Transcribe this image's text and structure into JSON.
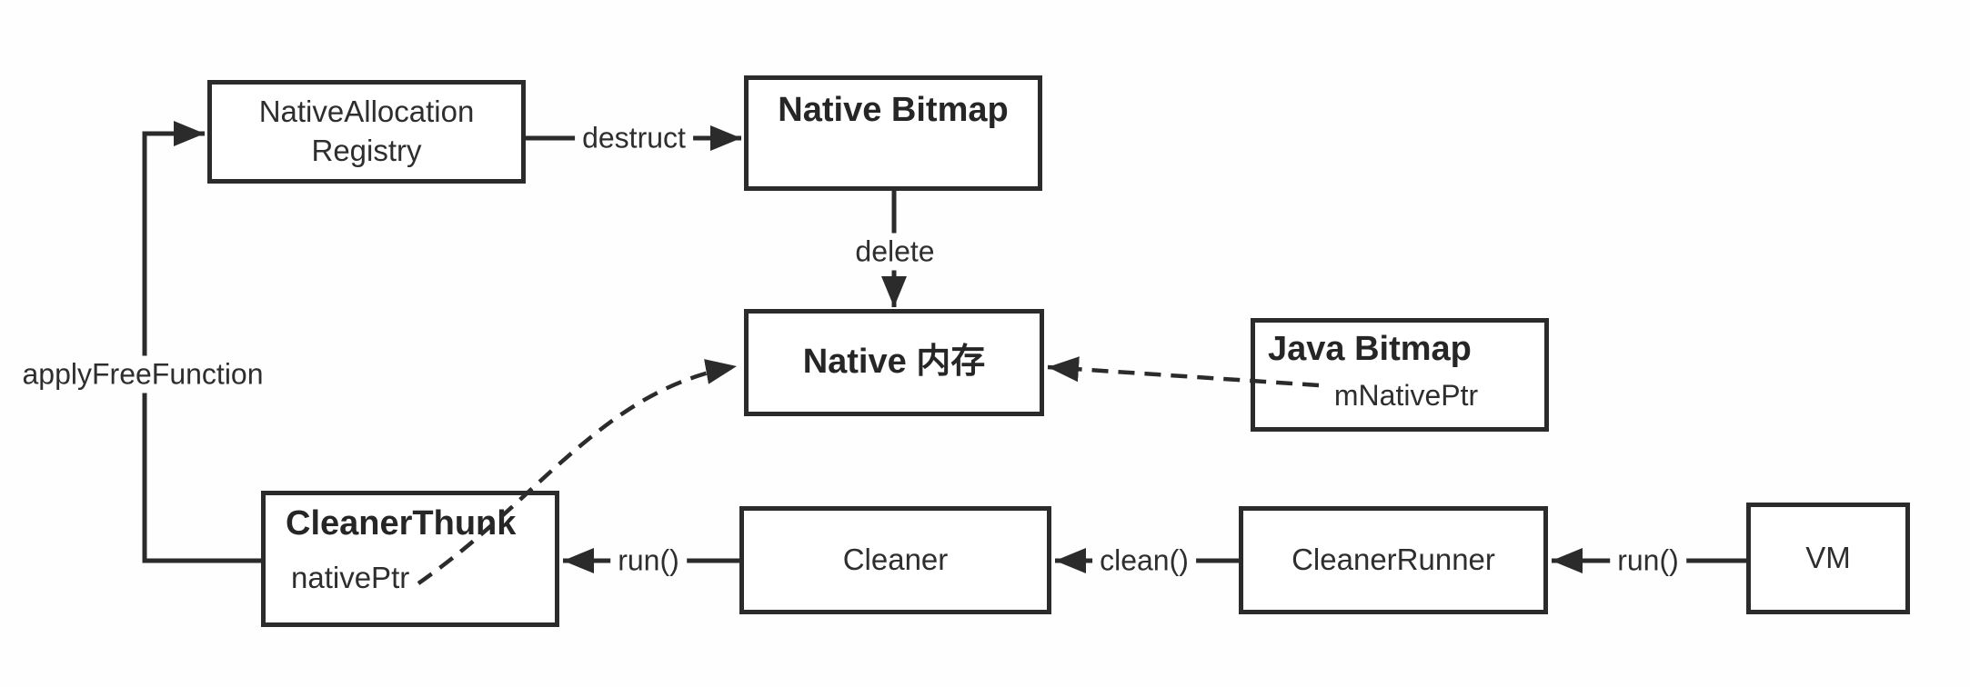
{
  "diagram": {
    "background": "#fefefe",
    "line_color": "#2b2b2b",
    "text_color": "#2e2e2e",
    "nodes": {
      "native_allocation_registry": {
        "line1": "NativeAllocation",
        "line2": "Registry"
      },
      "native_bitmap": {
        "title": "Native Bitmap"
      },
      "native_memory": {
        "title": "Native 内存"
      },
      "java_bitmap": {
        "title": "Java Bitmap",
        "field": "mNativePtr"
      },
      "cleaner_thunk": {
        "title": "CleanerThunk",
        "field": "nativePtr"
      },
      "cleaner": {
        "title": "Cleaner"
      },
      "cleaner_runner": {
        "title": "CleanerRunner"
      },
      "vm": {
        "title": "VM"
      }
    },
    "edges": {
      "destruct": {
        "label": "destruct",
        "from": "NativeAllocationRegistry",
        "to": "Native Bitmap",
        "style": "solid"
      },
      "delete": {
        "label": "delete",
        "from": "Native Bitmap",
        "to": "Native 内存",
        "style": "solid"
      },
      "apply_free_function": {
        "label": "applyFreeFunction",
        "from": "CleanerThunk",
        "to": "NativeAllocationRegistry",
        "style": "solid"
      },
      "cleaner_run": {
        "label": "run()",
        "from": "Cleaner",
        "to": "CleanerThunk",
        "style": "solid"
      },
      "clean": {
        "label": "clean()",
        "from": "CleanerRunner",
        "to": "Cleaner",
        "style": "solid"
      },
      "vm_run": {
        "label": "run()",
        "from": "VM",
        "to": "CleanerRunner",
        "style": "solid"
      },
      "m_native_ptr_ref": {
        "label": "",
        "from": "Java Bitmap.mNativePtr",
        "to": "Native 内存",
        "style": "dashed"
      },
      "native_ptr_ref": {
        "label": "",
        "from": "CleanerThunk.nativePtr",
        "to": "Native 内存",
        "style": "dashed"
      }
    }
  }
}
